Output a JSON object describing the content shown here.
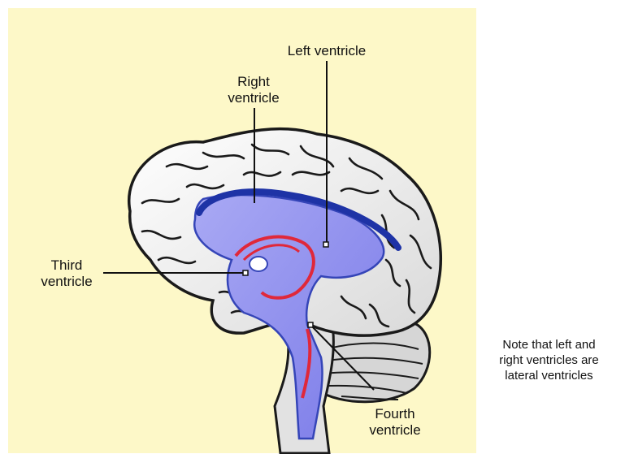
{
  "labels": {
    "left_ventricle": "Left ventricle",
    "right_ventricle": [
      "Right",
      "ventricle"
    ],
    "third_ventricle": [
      "Third",
      "ventricle"
    ],
    "fourth_ventricle": [
      "Fourth",
      "ventricle"
    ]
  },
  "note": [
    "Note that left and",
    "right ventricles are",
    "lateral ventricles"
  ],
  "colors": {
    "background": "#fdf8c8",
    "brain_fill": "#efefef",
    "brain_outline": "#222222",
    "ventricle_fill": "#8f8ff0",
    "ventricle_dark": "#2a3fae",
    "vessel_red": "#e0283a"
  }
}
